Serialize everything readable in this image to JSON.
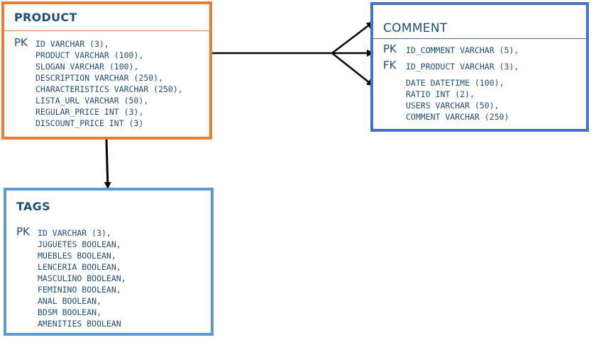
{
  "entities": {
    "product": {
      "name": "PRODUCT",
      "rows": [
        {
          "key": "PK",
          "field": "ID VARCHAR (3),"
        },
        {
          "key": "",
          "field": "PRODUCT VARCHAR (100),"
        },
        {
          "key": "",
          "field": "SLOGAN VARCHAR (100),"
        },
        {
          "key": "",
          "field": "DESCRIPTION VARCHAR (250),"
        },
        {
          "key": "",
          "field": "CHARACTERISTICS VARCHAR (250),"
        },
        {
          "key": "",
          "field": "LISTA_URL VARCHAR (50),"
        },
        {
          "key": "",
          "field": "REGULAR_PRICE INT (3),"
        },
        {
          "key": "",
          "field": "DISCOUNT_PRICE INT (3)"
        }
      ]
    },
    "comment": {
      "name": "COMMENT",
      "rows": [
        {
          "key": "PK",
          "field": "ID_COMMENT VARCHAR (5),"
        },
        {
          "key": "FK",
          "field": "ID_PRODUCT VARCHAR (3),"
        },
        {
          "key": "",
          "field": "DATE DATETIME (100),"
        },
        {
          "key": "",
          "field": "RATIO INT (2),"
        },
        {
          "key": "",
          "field": "USERS VARCHAR (50),"
        },
        {
          "key": "",
          "field": "COMMENT VARCHAR (250)"
        }
      ]
    },
    "tags": {
      "name": "TAGS",
      "rows": [
        {
          "key": "PK",
          "field": "ID VARCHAR (3),"
        },
        {
          "key": "",
          "field": "JUGUETES BOOLEAN,"
        },
        {
          "key": "",
          "field": "MUEBLES BOOLEAN,"
        },
        {
          "key": "",
          "field": "LENCERIA BOOLEAN,"
        },
        {
          "key": "",
          "field": "MASCULINO BOOLEAN,"
        },
        {
          "key": "",
          "field": "FEMININO BOOLEAN,"
        },
        {
          "key": "",
          "field": "ANAL BOOLEAN,"
        },
        {
          "key": "",
          "field": "BDSM BOOLEAN,"
        },
        {
          "key": "",
          "field": "AMENITIES BOOLEAN"
        }
      ]
    }
  },
  "colors": {
    "product_border": "#ed7d31",
    "comment_border": "#4472c4",
    "tags_border": "#5b9bd5",
    "text": "#1f4e79",
    "connector": "#000000"
  },
  "relationships": [
    {
      "from": "product",
      "to": "comment",
      "cardinality": "one-to-many"
    },
    {
      "from": "product",
      "to": "tags",
      "cardinality": "one-to-one"
    }
  ]
}
